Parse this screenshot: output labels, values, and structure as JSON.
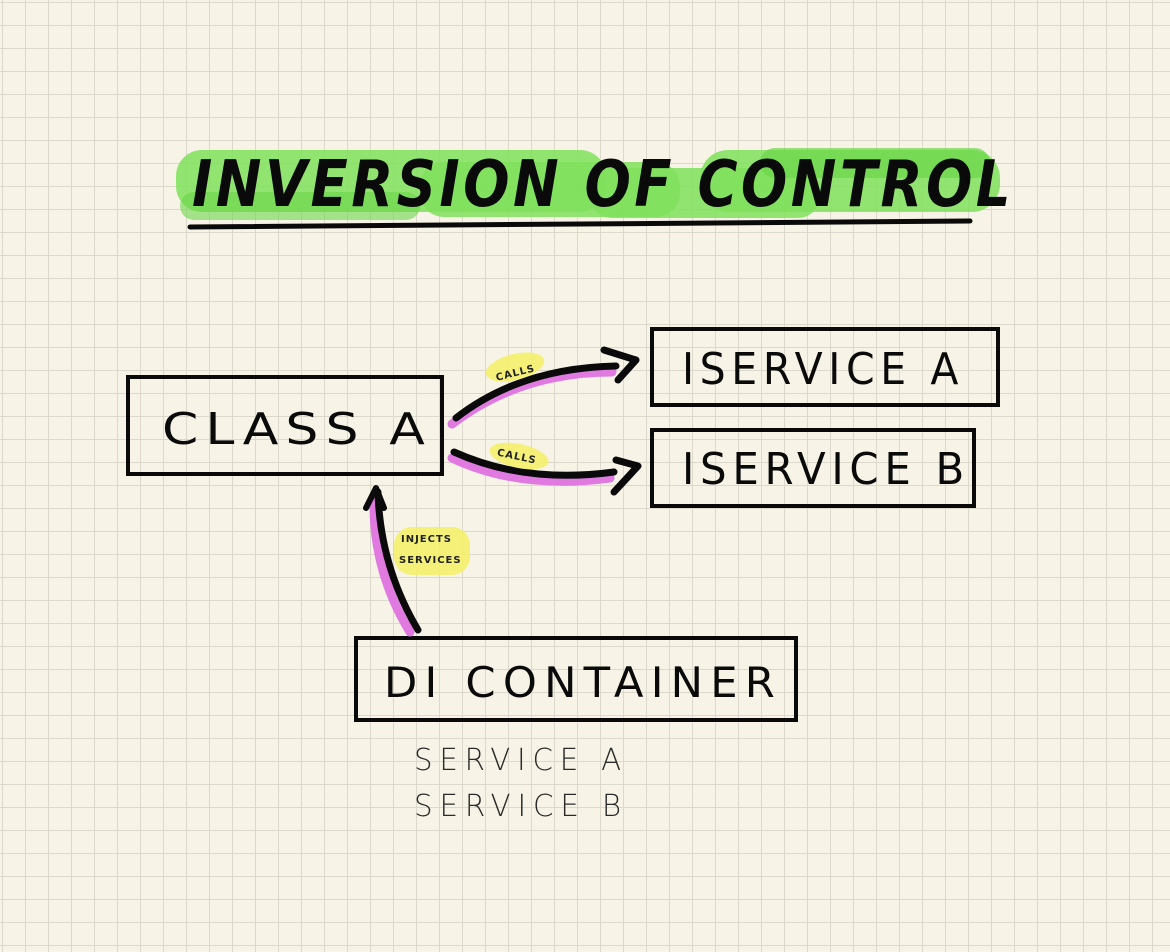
{
  "title": "INVERSION OF CONTROL",
  "nodes": {
    "class_a": "CLASS A",
    "iservice_a": "ISERVICE A",
    "iservice_b": "ISERVICE B",
    "di_container": "DI CONTAINER"
  },
  "edges": {
    "calls_a": "CALLS",
    "calls_b": "CALLS",
    "injects_line1": "INJECTS",
    "injects_line2": "SERVICES"
  },
  "container_services": [
    "SERVICE A",
    "SERVICE B"
  ],
  "colors": {
    "background": "#f7f4e7",
    "grid": "#dcd9cc",
    "title_highlight": "#7fe05a",
    "arrow_shadow": "#e07ae0",
    "label_highlight": "#f4f06a",
    "ink": "#0a0a0a"
  }
}
